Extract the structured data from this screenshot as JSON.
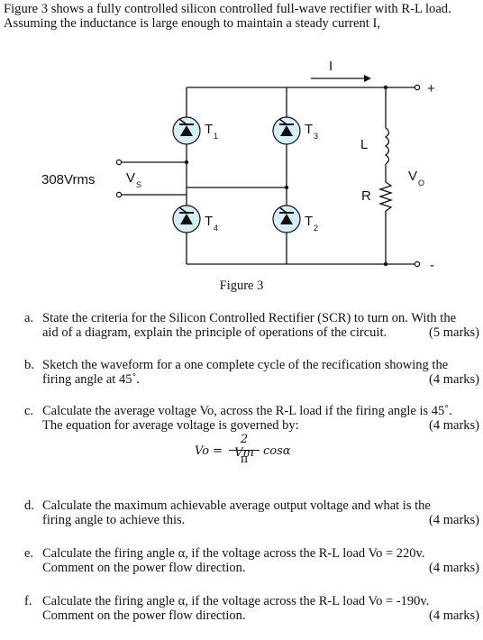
{
  "intro": {
    "line1": "Figure 3 shows a fully controlled silicon controlled full-wave rectifier with R-L load.",
    "line2": "Assuming the inductance is large enough to maintain a steady current I,"
  },
  "circuit": {
    "source_label": "308Vrms",
    "vs_main": "V",
    "vs_sub": "S",
    "current_label": "I",
    "inductor_label": "L",
    "resistor_label": "R",
    "vo_main": "V",
    "vo_sub": "O",
    "plus": "+",
    "minus": "-",
    "thyristors": [
      {
        "main": "T",
        "sub": "1"
      },
      {
        "main": "T",
        "sub": "3"
      },
      {
        "main": "T",
        "sub": "4"
      },
      {
        "main": "T",
        "sub": "2"
      }
    ]
  },
  "caption": "Figure 3",
  "questions": [
    {
      "label": "a.",
      "lines": [
        "State the criteria for the Silicon Controlled Rectifier (SCR) to turn on. With the",
        "aid of a diagram, explain the principle of operations of the circuit."
      ],
      "marks": "(5 marks)"
    },
    {
      "label": "b.",
      "lines": [
        "Sketch the waveform for a one complete cycle of the recification showing the",
        "firing angle at 45˚."
      ],
      "marks": "(4 marks)"
    },
    {
      "label": "c.",
      "lines": [
        "Calculate the average voltage Vo, across the R-L load if the firing angle is 45˚.",
        "The equation for average voltage is governed by:"
      ],
      "marks": "(4 marks)"
    },
    {
      "label": "d.",
      "lines": [
        "Calculate the maximum achievable average output voltage and what is the",
        "firing angle to achieve this."
      ],
      "marks": "(4 marks)"
    },
    {
      "label": "e.",
      "lines": [
        "Calculate the firing angle α, if the voltage across the R-L load Vo = 220v.",
        "Comment on the power flow direction."
      ],
      "marks": "(4 marks)"
    },
    {
      "label": "f.",
      "lines": [
        "Calculate the firing angle α, if the voltage across the R-L load Vo = -190v.",
        "Comment on the power flow direction."
      ],
      "marks": "(4 marks)"
    }
  ],
  "formula": {
    "lhs": "Vo =",
    "numerator": "2 Vm",
    "denominator": "π",
    "rhs": "cosα"
  }
}
